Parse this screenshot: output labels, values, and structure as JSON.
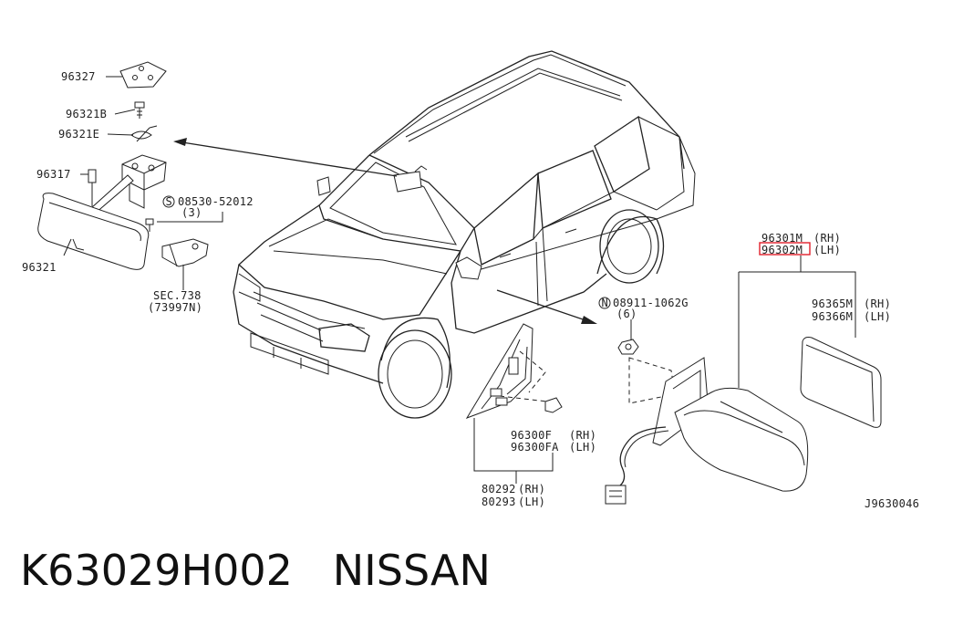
{
  "labels": {
    "p96327": "96327",
    "p96321B": "96321B",
    "p96321E": "96321E",
    "p96317": "96317",
    "p96321": "96321",
    "bolt_num": "08530-52012",
    "bolt_qty": "(3)",
    "sec_ref": "SEC.738",
    "sec_part": "(73997N)",
    "p96301M": "96301M",
    "p96301M_side": "(RH)",
    "p96302M": "96302M",
    "p96302M_side": "(LH)",
    "p96365M": "96365M",
    "p96365M_side": "(RH)",
    "p96366M": "96366M",
    "p96366M_side": "(LH)",
    "nut_num": "08911-1062G",
    "nut_qty": "(6)",
    "p96300F": "96300F",
    "p96300F_side": "(RH)",
    "p96300FA": "96300FA",
    "p96300FA_side": "(LH)",
    "p80292": "80292",
    "p80292_side": "(RH)",
    "p80293": "80293",
    "p80293_side": "(LH)",
    "diagram_code": "J9630046",
    "s_symbol": "S",
    "n_symbol": "N"
  },
  "footer": {
    "part_number": "K63029H002",
    "brand": "NISSAN"
  },
  "highlight_color": "#e0202a"
}
